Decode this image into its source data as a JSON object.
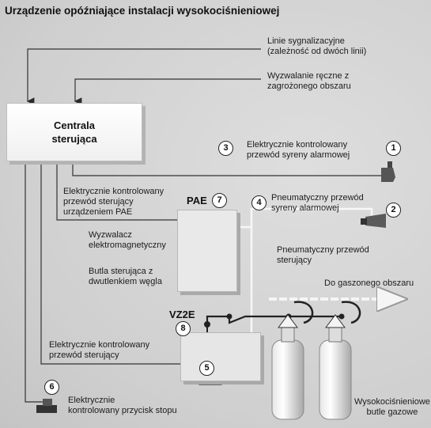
{
  "title": "Urządzenie opóźniające instalacji wysokociśnieniowej",
  "central": {
    "line1": "Centrala",
    "line2": "sterująca"
  },
  "labels": {
    "signal_lines": [
      "Linie sygnalizacyjne",
      "(zależność od dwóch linii)"
    ],
    "manual_trigger": [
      "Wyzwalanie ręczne z",
      "zagrożonego obszaru"
    ],
    "siren_electric": [
      "Elektrycznie kontrolowany",
      "przewód syreny alarmowej"
    ],
    "pae_control": [
      "Elektrycznie kontrolowany",
      "przewód sterujący",
      "urządzeniem PAE"
    ],
    "siren_pneumatic": [
      "Pneumatyczny przewód",
      "syreny alarmowej"
    ],
    "trigger_em": [
      "Wyzwalacz",
      "elektromagnetyczny"
    ],
    "co2_bottle": [
      "Butla sterująca z",
      "dwutlenkiem węgla"
    ],
    "pneumatic_control": [
      "Pneumatyczny przewód",
      "sterujący"
    ],
    "to_gas_area": "Do gaszonego obszaru",
    "electric_control": [
      "Elektrycznie kontrolowany",
      "przewód sterujący"
    ],
    "stop_button": [
      "Elektrycznie",
      "kontrolowany przycisk stopu"
    ],
    "hp_bottles": [
      "Wysokociśnieniowe",
      "butle gazowe"
    ]
  },
  "tags": {
    "pae": "PAE",
    "vz2e": "VZ2E"
  },
  "numbers": [
    "1",
    "2",
    "3",
    "4",
    "5",
    "6",
    "7",
    "8"
  ],
  "colors": {
    "line": "#3a3a3a",
    "pneumatic": "#f2f2f2",
    "box": "#ffffff"
  }
}
